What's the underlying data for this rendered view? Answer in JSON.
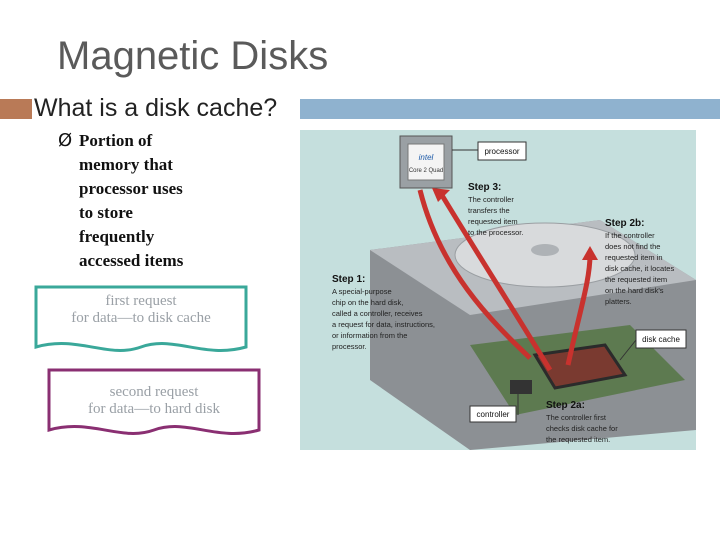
{
  "slide": {
    "title": "Magnetic Disks",
    "subtitle": "What is a disk cache?"
  },
  "bullet": {
    "marker": "Ø",
    "lines": [
      "Portion of",
      "memory that",
      "processor uses",
      "to store",
      "frequently",
      "accessed items"
    ]
  },
  "flow": {
    "first": [
      "first request",
      "for data—to disk cache"
    ],
    "second": [
      "second request",
      "for data—to hard disk"
    ]
  },
  "figure": {
    "chip_brand": "intel",
    "chip_model": "Core 2 Quad",
    "processor_label": "processor",
    "disk_cache_label": "disk cache",
    "controller_label": "controller",
    "step1": {
      "title": "Step 1:",
      "lines": [
        "A special-purpose",
        "chip on the hard disk,",
        "called a controller, receives",
        "a request for data, instructions,",
        "or information from the",
        "processor."
      ]
    },
    "step2a": {
      "title": "Step 2a:",
      "lines": [
        "The controller first",
        "checks disk cache for",
        "the requested item."
      ]
    },
    "step2b": {
      "title": "Step 2b:",
      "lines": [
        "If the controller",
        "does not find the",
        "requested item in",
        "disk cache, it locates",
        "the requested item",
        "on the hard disk's",
        "platters."
      ]
    },
    "step3": {
      "title": "Step 3:",
      "lines": [
        "The controller",
        "transfers the",
        "requested item",
        "to the processor."
      ]
    }
  },
  "colors": {
    "title_gray": "#5a5a5a",
    "bar_brown": "#b97a57",
    "bar_blue": "#8fb2cf",
    "box1_teal": "#3aa89a",
    "box2_purple": "#8a2f72",
    "figure_bg": "#c5dfdd",
    "arrow_red": "#c8322e"
  }
}
